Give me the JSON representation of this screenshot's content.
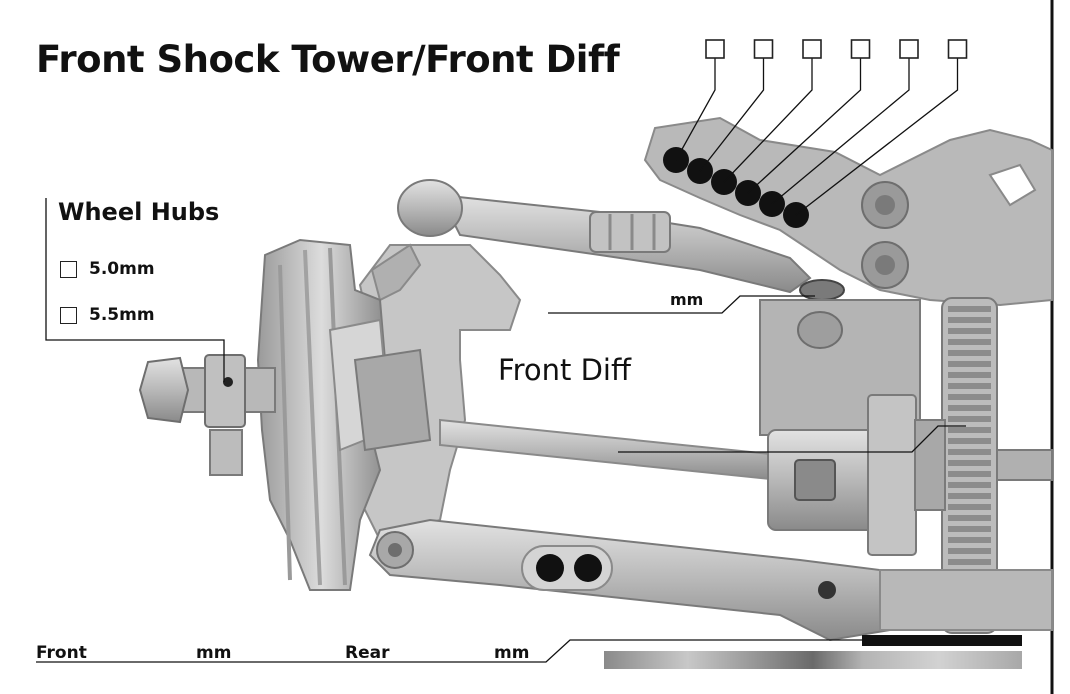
{
  "title": "Front Shock Tower/Front Diff",
  "wheel_hubs": {
    "title": "Wheel Hubs",
    "options": [
      {
        "label": "5.0mm",
        "checked": false
      },
      {
        "label": "5.5mm",
        "checked": false
      }
    ]
  },
  "shock_tower_positions": {
    "count": 6,
    "checked": [
      false,
      false,
      false,
      false,
      false,
      false
    ]
  },
  "front_diff_label": "Front Diff",
  "camber_link_unit": "mm",
  "bottom": {
    "front_label": "Front",
    "front_unit": "mm",
    "rear_label": "Rear",
    "rear_unit": "mm"
  },
  "colors": {
    "part_light": "#c9c9c9",
    "part_mid": "#9e9e9e",
    "part_dark": "#6e6e6e",
    "hole": "#111111",
    "line": "#111111"
  }
}
